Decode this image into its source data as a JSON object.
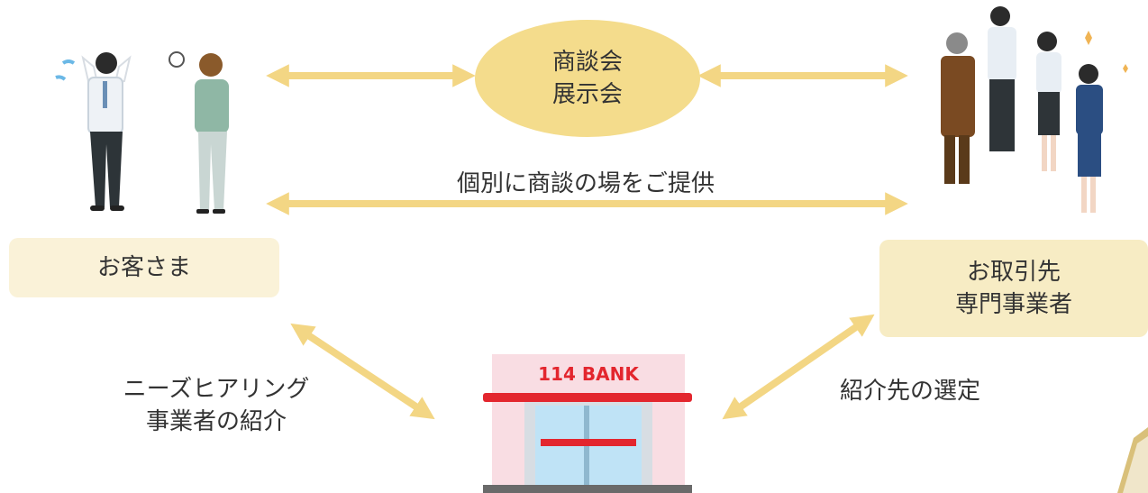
{
  "meeting": {
    "line1": "商談会",
    "line2": "展示会"
  },
  "individual_label": "個別に商談の場をご提供",
  "customer_label": "お客さま",
  "partner": {
    "line1": "お取引先",
    "line2": "専門事業者"
  },
  "left_note": {
    "line1": "ニーズヒアリング",
    "line2": "事業者の紹介"
  },
  "right_note": "紹介先の選定",
  "bank_sign": "114 BANK",
  "colors": {
    "arrow": "#f3d684",
    "box": "#f7ecc4",
    "ellipse": "#f4dc8c",
    "bank_red": "#e3262e"
  }
}
